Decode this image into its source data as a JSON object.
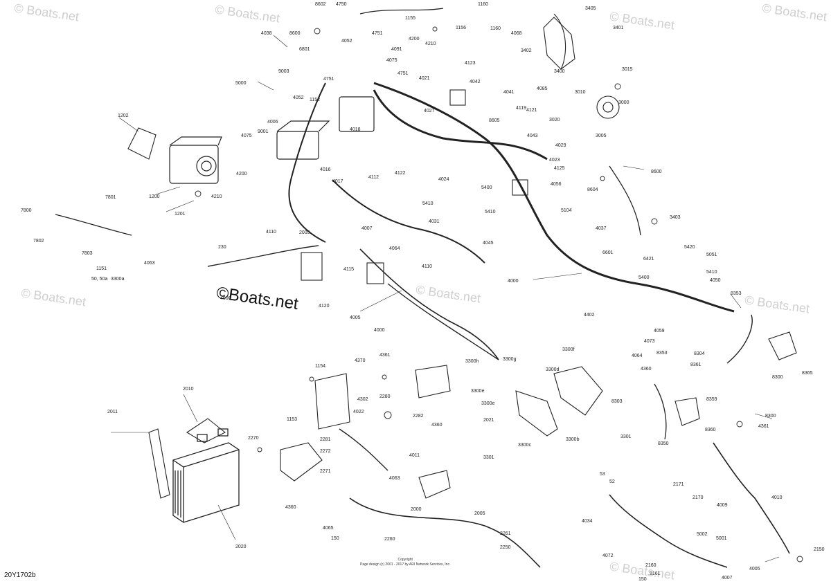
{
  "figure_id": "20Y1702b",
  "watermark": "© Boats.net",
  "main_watermark": "©Boats.net",
  "copyright": [
    "Copyright",
    "Page design (c) 2001 - 2017 by ARI Network Services, Inc."
  ],
  "part_labels": [
    "8602",
    "4750",
    "1155",
    "1156",
    "1160",
    "1160",
    "3405",
    "3401",
    "4038",
    "8600",
    "4751",
    "4052",
    "4200",
    "4210",
    "4091",
    "4068",
    "3402",
    "3400",
    "6801",
    "4075",
    "4751",
    "4021",
    "4123",
    "4042",
    "4041",
    "9003",
    "5000",
    "4052",
    "1152",
    "4751",
    "4027",
    "4085",
    "3015",
    "3010",
    "3000",
    "3020",
    "3005",
    "4006",
    "9001",
    "4018",
    "4119",
    "4121",
    "8605",
    "4043",
    "4029",
    "1202",
    "4075",
    "4016",
    "4122",
    "4024",
    "4023",
    "4125",
    "4056",
    "8604",
    "8600",
    "1200",
    "4200",
    "4017",
    "4112",
    "4210",
    "1201",
    "7801",
    "7800",
    "5400",
    "5410",
    "5410",
    "5104",
    "3403",
    "4110",
    "2005",
    "4031",
    "4037",
    "4007",
    "4045",
    "6601",
    "5420",
    "5051",
    "7802",
    "7803",
    "1151",
    "4063",
    "230",
    "4064",
    "4110",
    "4115",
    "6421",
    "5410",
    "5400",
    "4050",
    "4000",
    "4000",
    "4120",
    "4005",
    "4000",
    "8353",
    "4402",
    "4059",
    "8300",
    "8365",
    "4073",
    "4064",
    "3300g",
    "1154",
    "4370",
    "4361",
    "3300h",
    "3300f",
    "3300d",
    "3300e",
    "3300e",
    "2280",
    "2282",
    "4360",
    "4022",
    "4302",
    "1153",
    "8353",
    "8304",
    "4360",
    "8361",
    "8359",
    "8303",
    "8360",
    "3301",
    "8350",
    "8300",
    "4361",
    "2270",
    "2281",
    "2272",
    "2271",
    "4011",
    "4063",
    "4360",
    "3301",
    "3300c",
    "3300b",
    "2010",
    "2011",
    "53",
    "52",
    "2171",
    "2170",
    "4010",
    "4009",
    "2000",
    "2005",
    "4034",
    "4072",
    "4065",
    "150",
    "2260",
    "2261",
    "2250",
    "5002",
    "5001",
    "2161",
    "2160",
    "150",
    "4007",
    "4005",
    "2150",
    "2020",
    "2021",
    "50, 50a",
    "3300a"
  ]
}
